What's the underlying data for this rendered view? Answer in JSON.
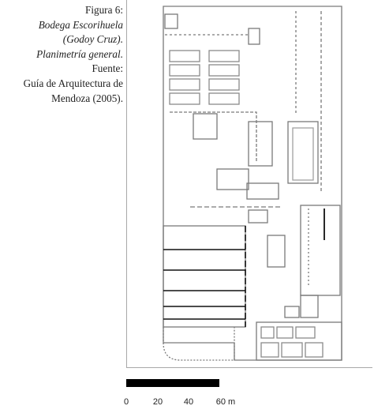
{
  "caption": {
    "figure_label": "Figura 6:",
    "title_line1": "Bodega Escorihuela",
    "title_line2": "(Godoy Cruz).",
    "title_line3": "Planimetría general.",
    "source_label": "Fuente:",
    "source_line1": "Guía de Arquitectura de",
    "source_line2": "Mendoza (2005)."
  },
  "scale_bar": {
    "ticks": [
      "0",
      "20",
      "40",
      "60 m"
    ]
  },
  "icons": {
    "north_arrow": "north-arrow-icon"
  }
}
